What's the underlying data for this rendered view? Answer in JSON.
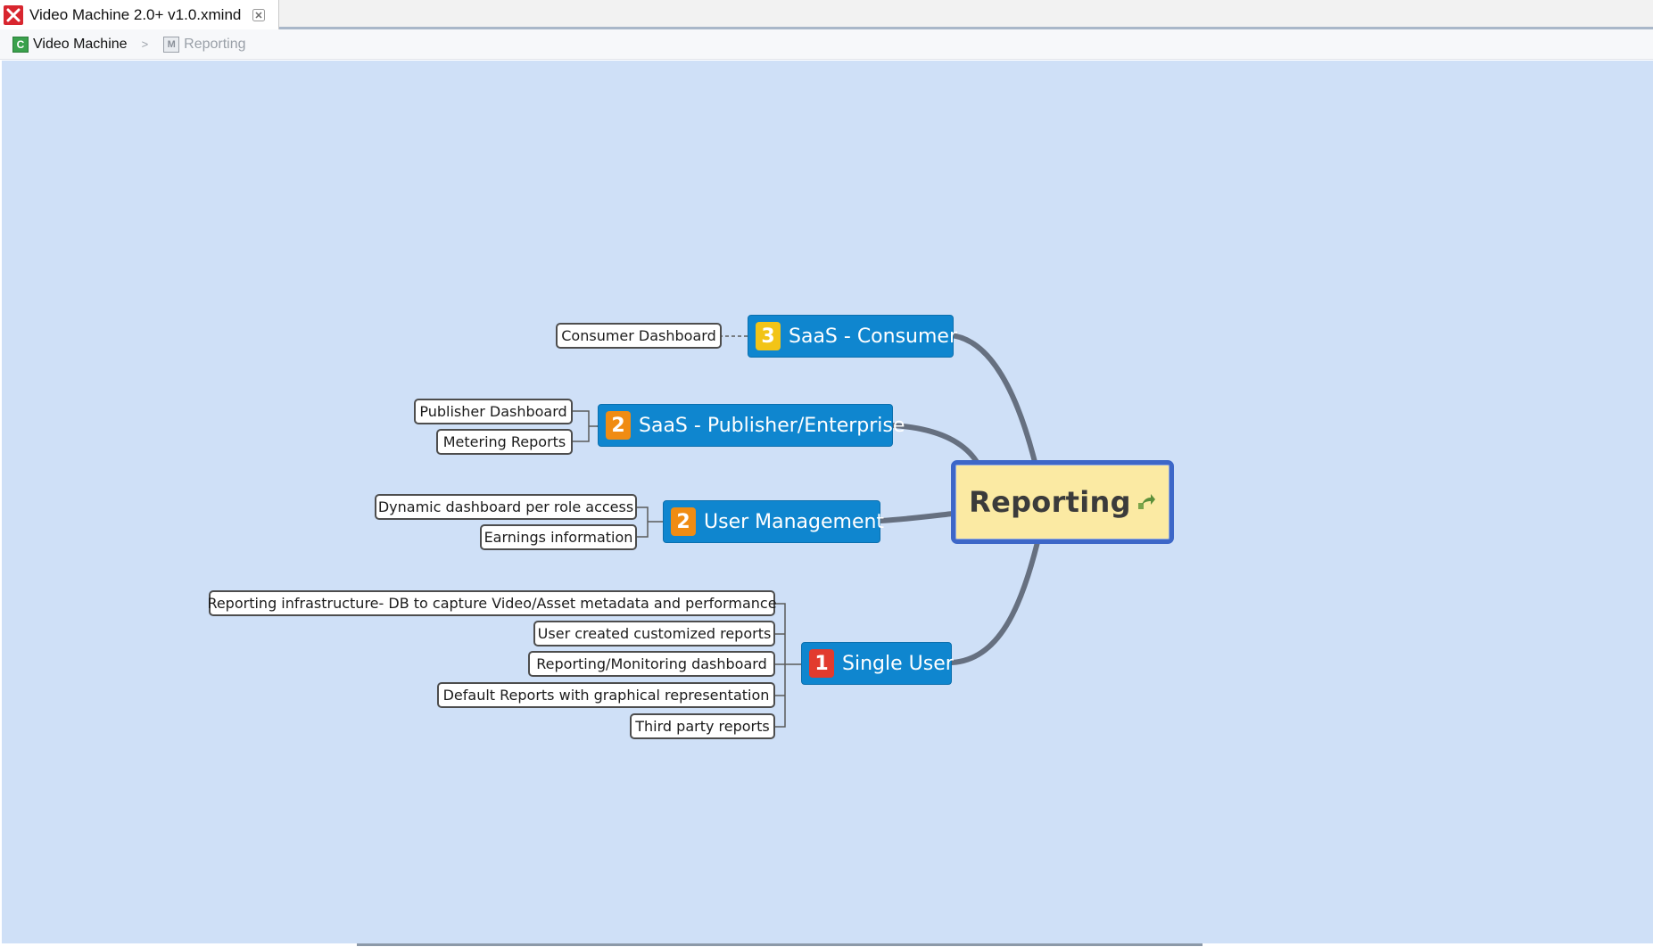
{
  "tab": {
    "title": "Video Machine 2.0+ v1.0.xmind"
  },
  "breadcrumb": {
    "items": [
      {
        "label": "Video Machine",
        "icon_letter": "C"
      },
      {
        "label": "Reporting",
        "icon_letter": "M"
      }
    ],
    "separator": ">"
  },
  "colors": {
    "canvas": "#cfe0f7",
    "main_topic": "#0f86cf",
    "central_fill": "#fbeaa3",
    "central_border": "#3d67c8",
    "priority_3": "#f2c417",
    "priority_2": "#f08c13",
    "priority_1": "#e23b2e"
  },
  "map": {
    "central": {
      "label": "Reporting",
      "icon": "share-arrow-icon"
    },
    "branches": [
      {
        "label": "SaaS - Consumer",
        "priority": "3",
        "subtopics": [
          "Consumer Dashboard"
        ]
      },
      {
        "label": "SaaS - Publisher/Enterprise",
        "priority": "2",
        "subtopics": [
          "Publisher Dashboard",
          "Metering Reports"
        ]
      },
      {
        "label": "User Management",
        "priority": "2",
        "subtopics": [
          "Dynamic dashboard per role access",
          "Earnings information"
        ]
      },
      {
        "label": "Single User",
        "priority": "1",
        "subtopics": [
          "Reporting infrastructure- DB to capture Video/Asset metadata and performance",
          "User created customized reports",
          "Reporting/Monitoring dashboard",
          "Default Reports with graphical representation",
          "Third party reports"
        ]
      }
    ]
  }
}
